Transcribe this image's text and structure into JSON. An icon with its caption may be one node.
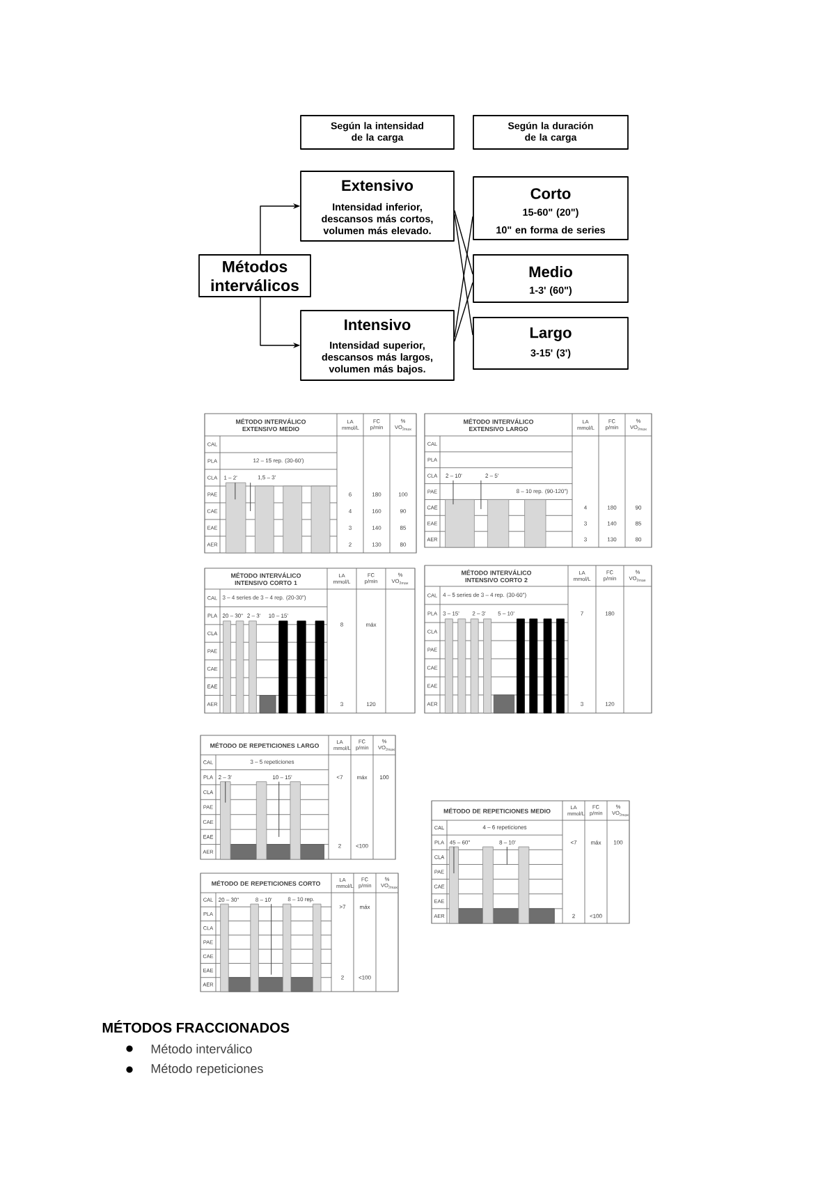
{
  "diagram": {
    "nodes": [
      {
        "text": [
          "Según la intensidad de la carga"
        ]
      },
      {
        "text": [
          "Según la duración de la carga"
        ]
      },
      {
        "text": [
          "Métodos interválicos"
        ]
      },
      {
        "text": [
          "Extensivo",
          "Intensidad inferior, descansos más cortos, volumen más elevado."
        ]
      },
      {
        "text": [
          "Intensivo",
          "Intensidad superior, descansos más largos, volumen más bajos."
        ]
      },
      {
        "text": [
          "Corto",
          "15-60\" (20\")",
          "10\" en forma de series"
        ]
      },
      {
        "text": [
          "Medio",
          "1-3' (60\")"
        ]
      },
      {
        "text": [
          "Largo",
          "3-15' (3')"
        ]
      },
      {
        "text": [
          "MÉTODO INTERVÁLICO EXTENSIVO MEDIO",
          "LA mmol/L",
          "FC p/min",
          "% VO$_{2max}$",
          "CAL",
          "PLA",
          "CLA",
          "PAE",
          "CAE",
          "EAE",
          "AER",
          "12 – 15 rep. (30-60')",
          "1 – 2'",
          "1,5 – 3'",
          "6",
          "180",
          "100",
          "4",
          "160",
          "90",
          "3",
          "140",
          "85",
          "2",
          "130",
          "80"
        ]
      },
      {
        "text": [
          "MÉTODO INTERVÁLICO EXTENSIVO LARGO",
          "LA mmol/L",
          "FC p/min",
          "% VO$_{2max}$",
          "CAL",
          "PLA",
          "CLA",
          "PAE",
          "CAE",
          "EAE",
          "AER",
          "2 – 10'",
          "2 – 5'",
          "8 – 10 rep. (90-120\")",
          "4",
          "180",
          "90",
          "3",
          "140",
          "85",
          "3",
          "130",
          "80"
        ]
      },
      {
        "text": [
          "MÉTODO INTERVÁLICO INTENSIVO CORTO 1",
          "LA mmol/L",
          "FC p/min",
          "% VO$_{2max}$",
          "CAL",
          "PLA",
          "CLA",
          "PAE",
          "CAE",
          "EAE",
          "AER",
          "3 – 4 series de 3 – 4 rep. (20-30\")",
          "20 – 30\"",
          "2 – 3'",
          "10 – 15'",
          "8",
          "máx",
          "3",
          "120"
        ]
      },
      {
        "text": [
          "MÉTODO INTERVÁLICO INTENSIVO CORTO 2",
          "LA mmol/L",
          "FC p/min",
          "% VO$_{2max}$",
          "CAL",
          "PLA",
          "CLA",
          "PAE",
          "CAE",
          "EAE",
          "AER",
          "4 – 5 series de 3 – 4 rep. (30-60\")",
          "3 – 15'",
          "2 – 3'",
          "5 – 10'",
          "7",
          "180",
          "3",
          "120"
        ]
      },
      {
        "text": [
          "MÉTODO DE REPETICIONES LARGO",
          "LA mmol/L",
          "FC p/min",
          "% VO$_{2max}$",
          "CAL",
          "PLA",
          "CLA",
          "PAE",
          "CAE",
          "EAE",
          "AER",
          "3 – 5 repeticiones",
          "2 – 3'",
          "10 – 15'",
          "<7",
          "máx",
          "100",
          "2",
          "<100"
        ]
      },
      {
        "text": [
          "MÉTODO DE REPETICIONES MEDIO",
          "LA mmol/L",
          "FC p/min",
          "% VO$_{2max}$",
          "CAL",
          "PLA",
          "CLA",
          "PAE",
          "CAE",
          "EAE",
          "AER",
          "4 – 6 repeticiones",
          "45 – 60\"",
          "8 – 10'",
          "<7",
          "máx",
          "100",
          "2",
          "<100"
        ]
      },
      {
        "text": [
          "MÉTODO DE REPETICIONES CORTO",
          "LA mmol/L",
          "FC p/min",
          "% VO$_{2max}$",
          "CAL",
          "PLA",
          "CLA",
          "PAE",
          "CAE",
          "EAE",
          "AER",
          "20 – 30\"",
          "8 – 10'",
          "8 – 10 rep.",
          ">7",
          "máx",
          "2",
          "<100"
        ]
      }
    ],
    "edges": [
      {
        "from": 2,
        "to": 3,
        "arrow": "to"
      },
      {
        "from": 2,
        "to": 4,
        "arrow": "to"
      },
      {
        "from": 3,
        "to": 6,
        "arrow": "none"
      },
      {
        "from": 3,
        "to": 7,
        "arrow": "none"
      },
      {
        "from": 4,
        "to": 5,
        "arrow": "none"
      },
      {
        "from": 4,
        "to": 6,
        "arrow": "none"
      }
    ],
    "labels": [
      "MÉTODOS FRACCIONADOS",
      "Método interválico",
      "Método repeticiones"
    ]
  }
}
